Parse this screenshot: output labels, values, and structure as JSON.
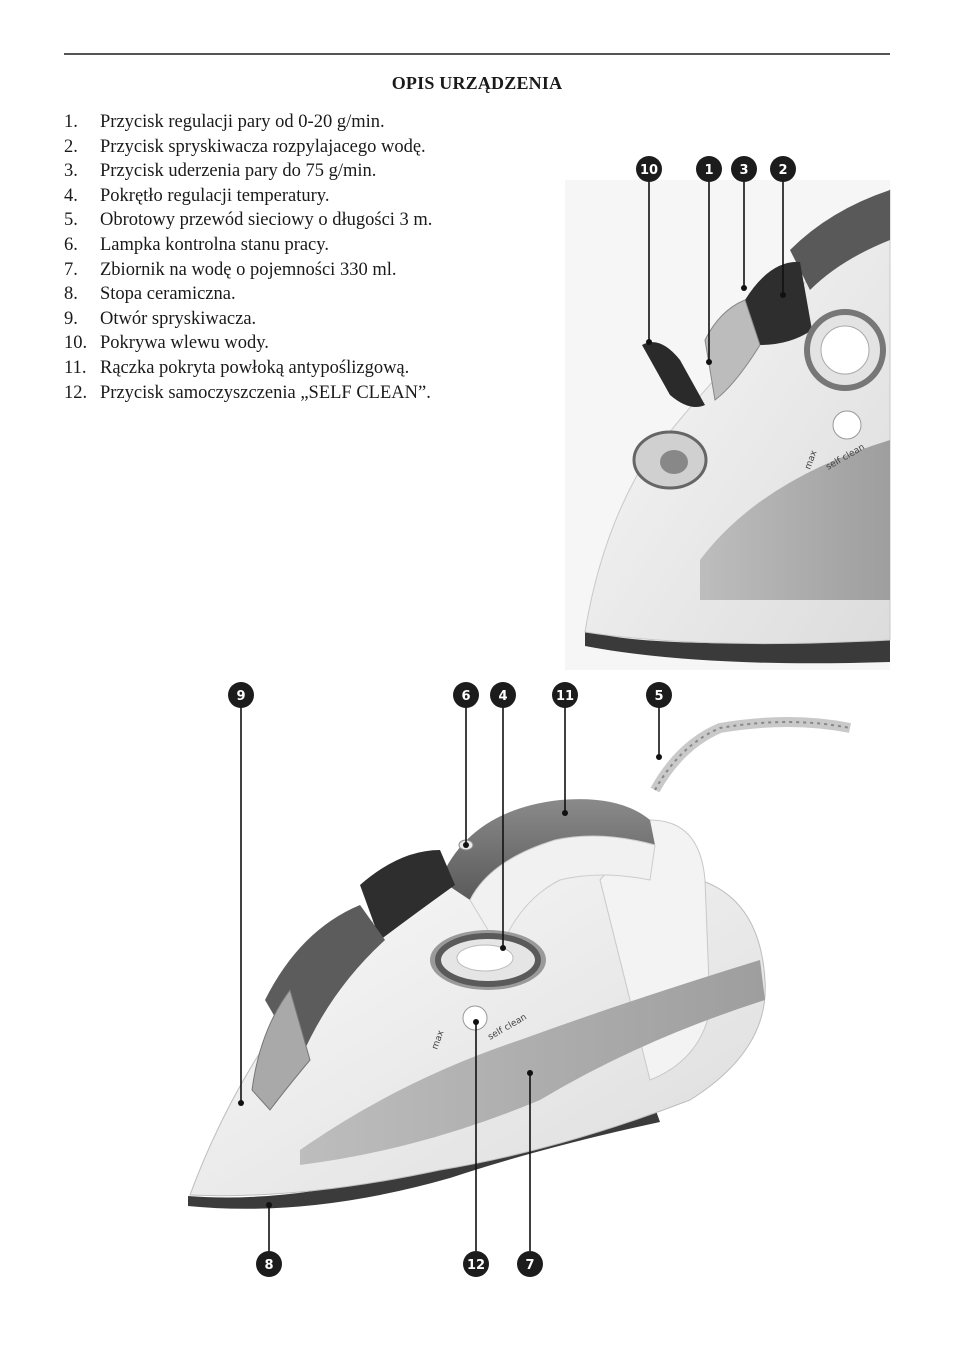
{
  "page": {
    "title": "OPIS URZĄDZENIA",
    "parts": [
      {
        "num": "1.",
        "text": "Przycisk regulacji pary od 0-20 g/min."
      },
      {
        "num": "2.",
        "text": "Przycisk spryskiwacza rozpylajacego wodę."
      },
      {
        "num": "3.",
        "text": "Przycisk uderzenia pary do 75 g/min."
      },
      {
        "num": "4.",
        "text": "Pokrętło regulacji temperatury."
      },
      {
        "num": "5.",
        "text": "Obrotowy przewód sieciowy o długości 3 m."
      },
      {
        "num": "6.",
        "text": "Lampka kontrolna stanu pracy."
      },
      {
        "num": "7.",
        "text": "Zbiornik na wodę o pojemności 330 ml."
      },
      {
        "num": "8.",
        "text": "Stopa ceramiczna."
      },
      {
        "num": "9.",
        "text": "Otwór spryskiwacza."
      },
      {
        "num": "10.",
        "text": "Pokrywa wlewu wody."
      },
      {
        "num": "11.",
        "text": "Rączka pokryta powłoką antypoślizgową."
      },
      {
        "num": "12.",
        "text": "Przycisk samoczyszczenia „SELF CLEAN”."
      }
    ],
    "callouts_top": [
      "10",
      "1",
      "3",
      "2"
    ],
    "callouts_bottom": [
      "9",
      "6",
      "4",
      "11",
      "5",
      "8",
      "12",
      "7"
    ],
    "iron_labels": {
      "max": "max",
      "self_clean": "self clean"
    }
  }
}
